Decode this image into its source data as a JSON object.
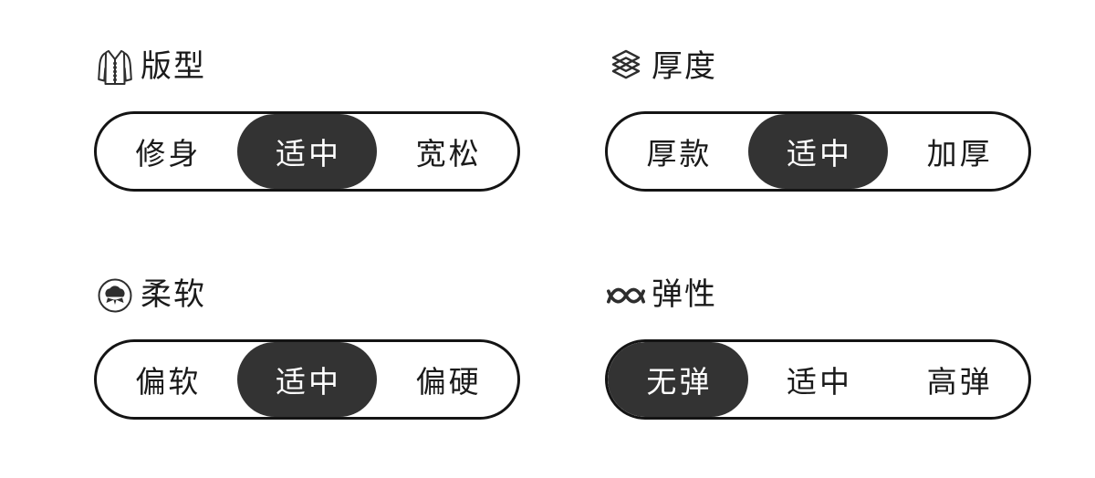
{
  "colors": {
    "background": "#ffffff",
    "border": "#141414",
    "text": "#1a1a1a",
    "selected_background": "#333333",
    "selected_text": "#ffffff"
  },
  "groups": [
    {
      "label": "版型",
      "icon": "jacket-icon",
      "options": [
        {
          "label": "修身",
          "selected": false
        },
        {
          "label": "适中",
          "selected": true
        },
        {
          "label": "宽松",
          "selected": false
        }
      ]
    },
    {
      "label": "厚度",
      "icon": "layers-icon",
      "options": [
        {
          "label": "厚款",
          "selected": false
        },
        {
          "label": "适中",
          "selected": true
        },
        {
          "label": "加厚",
          "selected": false
        }
      ]
    },
    {
      "label": "柔软",
      "icon": "cotton-icon",
      "options": [
        {
          "label": "偏软",
          "selected": false
        },
        {
          "label": "适中",
          "selected": true
        },
        {
          "label": "偏硬",
          "selected": false
        }
      ]
    },
    {
      "label": "弹性",
      "icon": "wave-icon",
      "options": [
        {
          "label": "无弹",
          "selected": true
        },
        {
          "label": "适中",
          "selected": false
        },
        {
          "label": "高弹",
          "selected": false
        }
      ]
    }
  ]
}
